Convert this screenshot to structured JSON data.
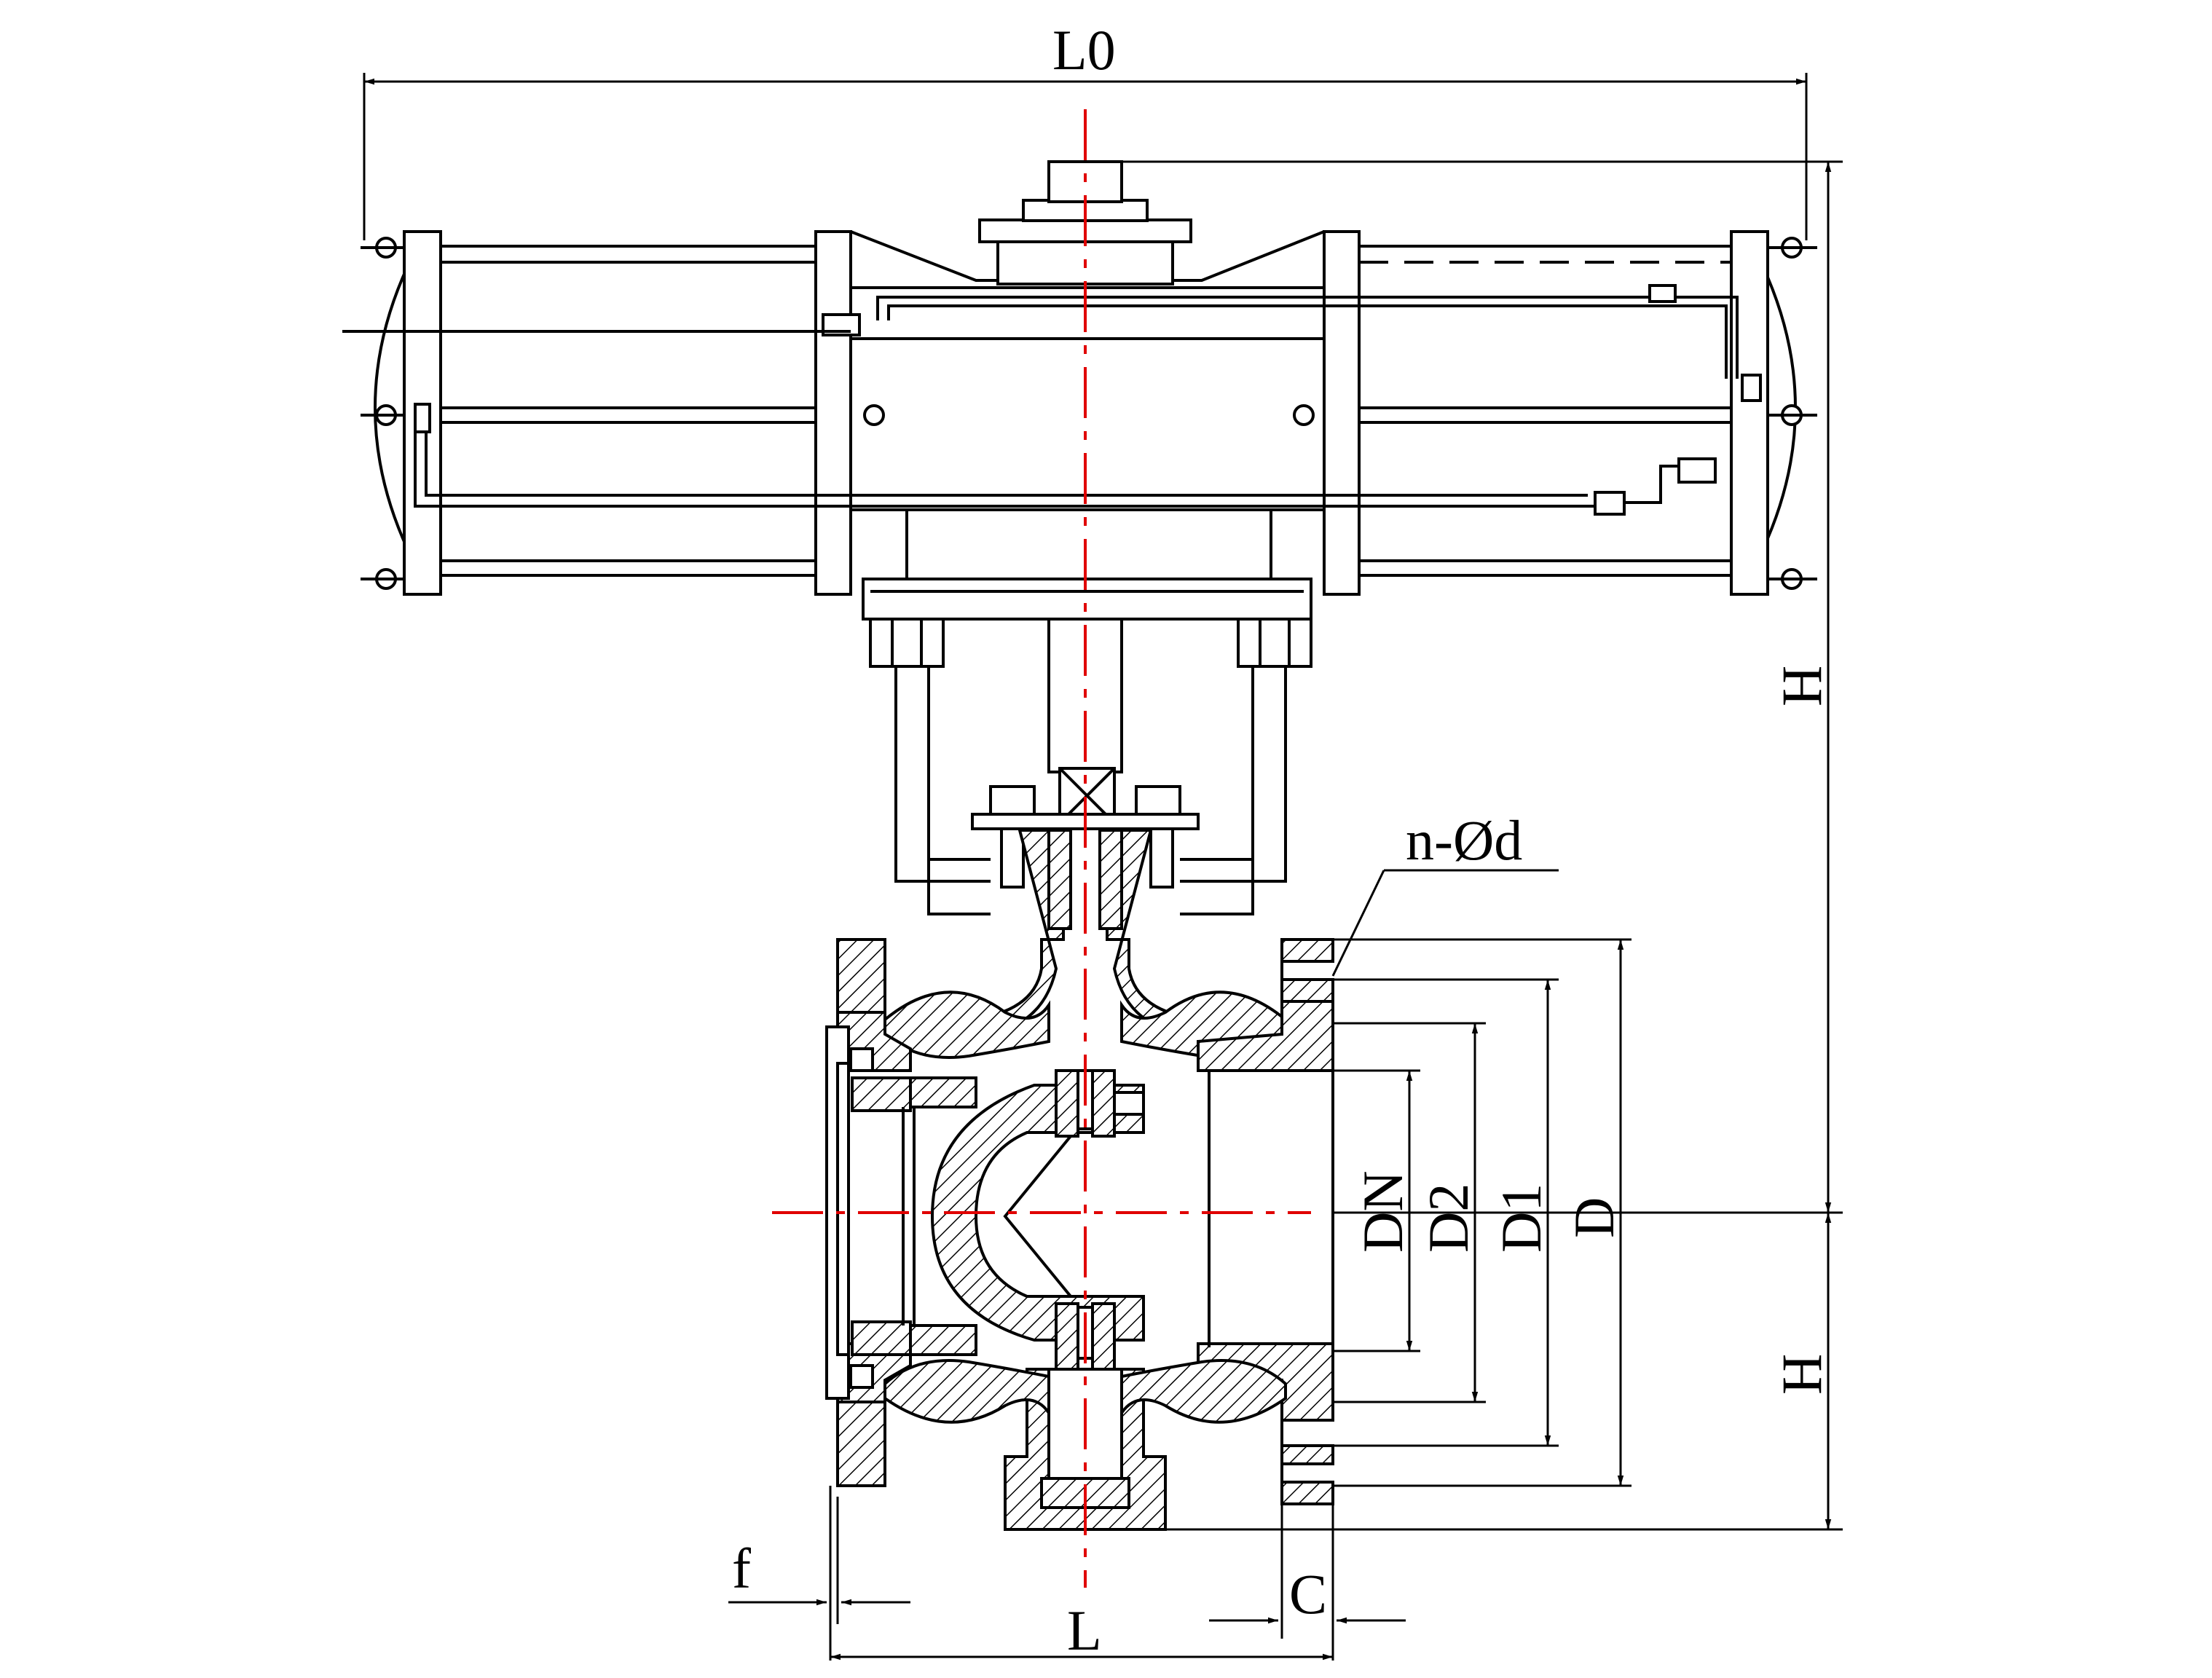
{
  "labels": {
    "l0": "L0",
    "h_top": "H",
    "h_bottom": "H",
    "n_d": "n-Ød",
    "dn": "DN",
    "d2": "D2",
    "d1": "D1",
    "d": "D",
    "f": "f",
    "c": "C",
    "l": "L"
  }
}
